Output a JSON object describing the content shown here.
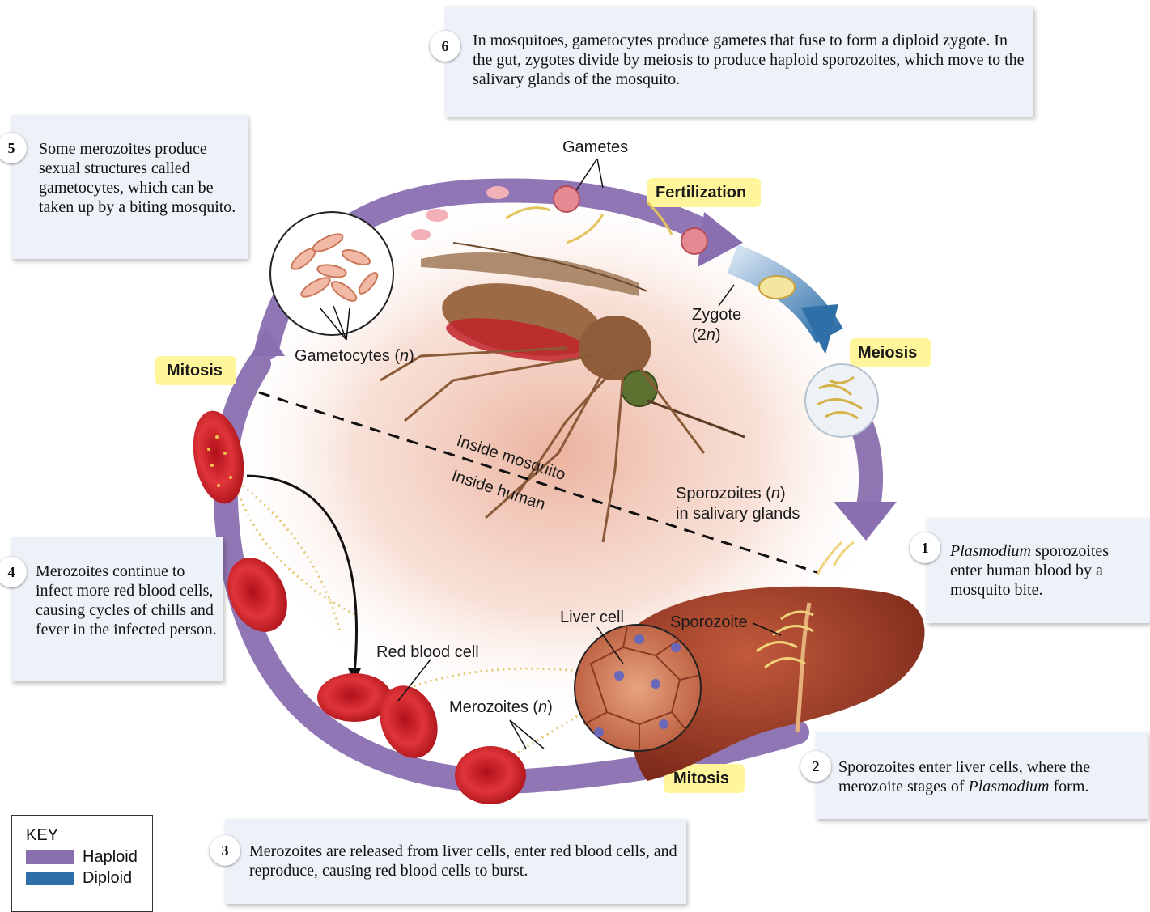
{
  "steps": {
    "s1": {
      "num": "1",
      "italic": "Plasmodium",
      "text": " sporozoites enter human blood by a mosquito bite."
    },
    "s2": {
      "num": "2",
      "text_before": "Sporozoites enter liver cells, where the merozoite stages of ",
      "italic": "Plasmodium",
      "text_after": " form."
    },
    "s3": {
      "num": "3",
      "text": "Merozoites are released from liver cells, enter red blood cells, and reproduce, causing red blood cells to burst."
    },
    "s4": {
      "num": "4",
      "text": "Merozoites continue to infect more red blood cells, causing cycles of chills and fever in the infected person."
    },
    "s5": {
      "num": "5",
      "text": "Some merozoites produce sexual structures called gametocytes, which can be taken up by a biting mosquito."
    },
    "s6": {
      "num": "6",
      "text": "In mosquitoes, gametocytes produce gametes that fuse to form a diploid zygote. In the gut, zygotes divide by meiosis to produce haploid sporozoites, which move to the salivary glands of the mosquito."
    }
  },
  "processes": {
    "fertilization": "Fertilization",
    "meiosis": "Meiosis",
    "mitosis_top": "Mitosis",
    "mitosis_bottom": "Mitosis"
  },
  "labels": {
    "gametes": "Gametes",
    "zygote_line1": "Zygote",
    "zygote_pre": "(2",
    "zygote_n": "n",
    "zygote_post": ")",
    "gametocytes_pre": "Gametocytes (",
    "gametocytes_n": "n",
    "gametocytes_post": ")",
    "sporozoites_pre": "Sporozoites (",
    "sporozoites_n": "n",
    "sporozoites_post": ")",
    "sporozoites_line2": "in salivary glands",
    "sporozoite": "Sporozoite",
    "liver_cell": "Liver cell",
    "red_blood_cell": "Red blood cell",
    "merozoites_pre": "Merozoites (",
    "merozoites_n": "n",
    "merozoites_post": ")",
    "inside_mosquito": "Inside mosquito",
    "inside_human": "Inside human"
  },
  "key": {
    "title": "KEY",
    "haploid_label": "Haploid",
    "diploid_label": "Diploid"
  },
  "colors": {
    "haploid": "#8a6fb0",
    "diploid": "#2f6fa8",
    "process_highlight": "#fff59a",
    "step_box": "#edf2f8",
    "red_cell": "#c8202a",
    "liver": "#a3412c"
  }
}
